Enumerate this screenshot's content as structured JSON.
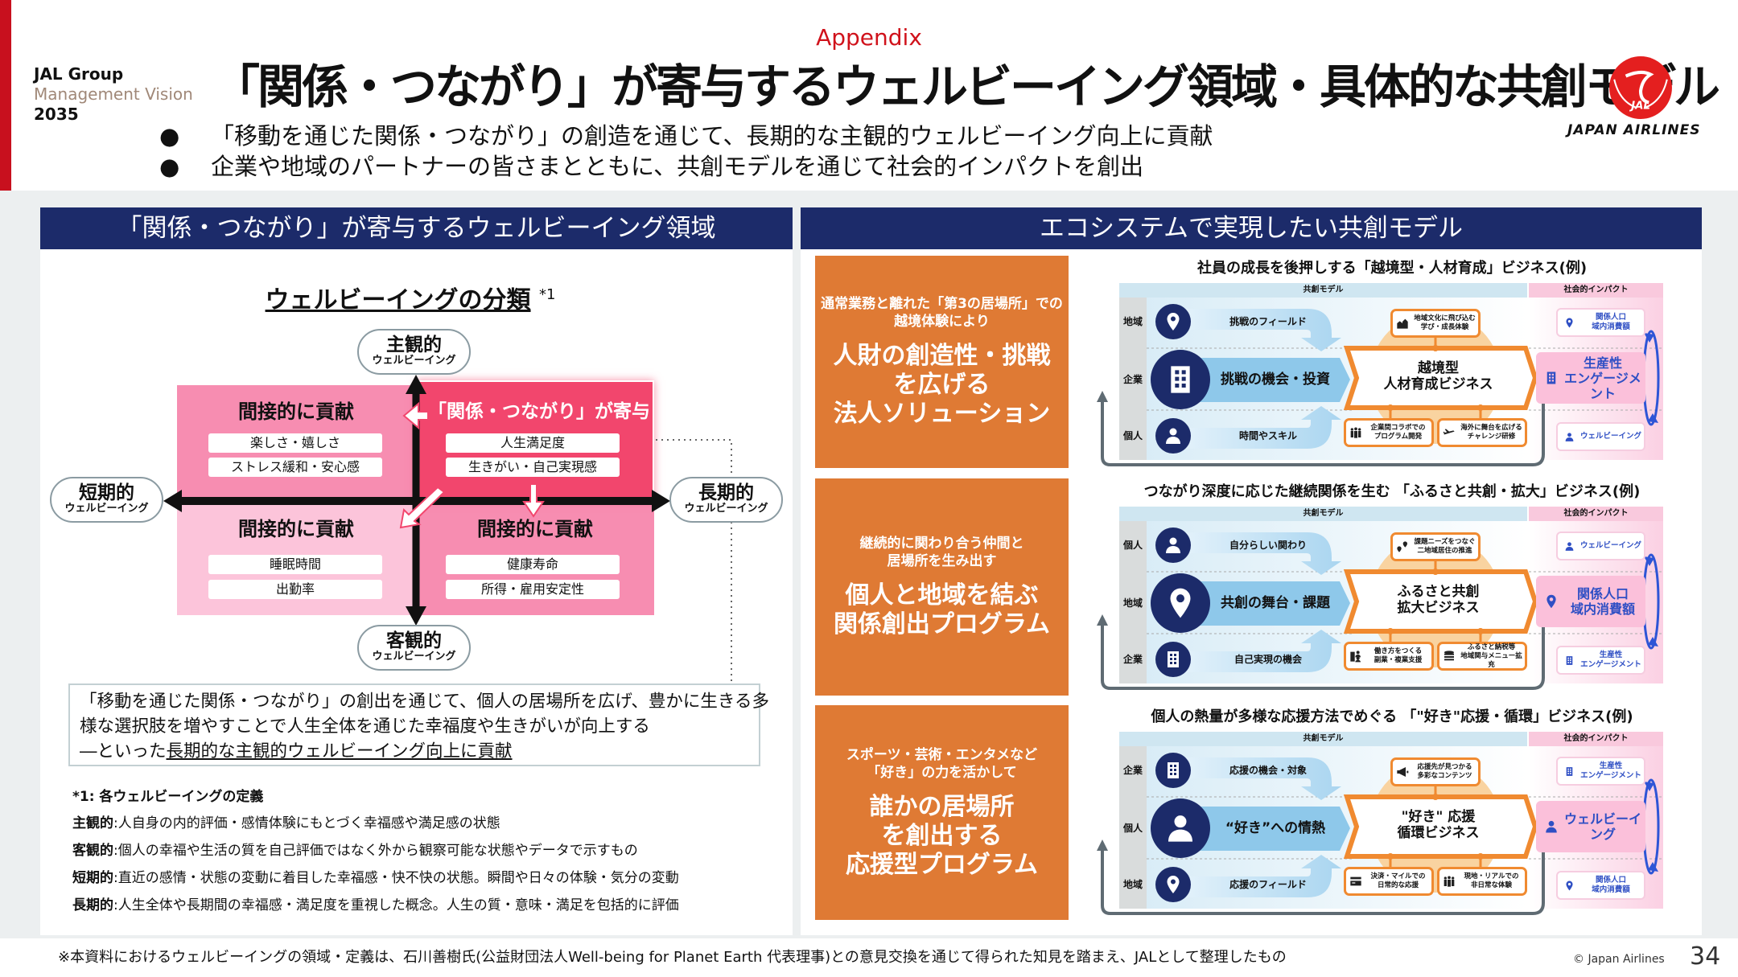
{
  "header": {
    "appendix": "Appendix",
    "brand": [
      "JAL Group",
      "Management Vision",
      "2035"
    ],
    "title": "「関係・つながり」が寄与するウェルビーイング領域・具体的な共創モデル",
    "bullets": [
      "「移動を通じた関係・つながり」の創造を通じて、長期的な主観的ウェルビーイング向上に貢献",
      "企業や地域のパートナーの皆さまとともに、共創モデルを通じて社会的インパクトを創出"
    ],
    "logo_text": "JAPAN AIRLINES",
    "logo_mark": "JAL"
  },
  "left": {
    "heading": "「関係・つながり」が寄与するウェルビーイング領域",
    "classification_title": "ウェルビーイングの分類",
    "classification_note": "*1",
    "axes": {
      "top": {
        "title": "主観的",
        "sub": "ウェルビーイング"
      },
      "bottom": {
        "title": "客観的",
        "sub": "ウェルビーイング"
      },
      "left": {
        "title": "短期的",
        "sub": "ウェルビーイング"
      },
      "right": {
        "title": "長期的",
        "sub": "ウェルビーイング"
      }
    },
    "quadrants": {
      "top_left": {
        "heading": "間接的に貢献",
        "items": [
          "楽しさ・嬉しさ",
          "ストレス緩和・安心感"
        ]
      },
      "top_right": {
        "heading": "「関係・つながり」が寄与",
        "items": [
          "人生満足度",
          "生きがい・自己実現感"
        ]
      },
      "bottom_left": {
        "heading": "間接的に貢献",
        "items": [
          "睡眠時間",
          "出勤率"
        ]
      },
      "bottom_right": {
        "heading": "間接的に貢献",
        "items": [
          "健康寿命",
          "所得・雇用安定性"
        ]
      }
    },
    "quote": {
      "line1": "「移動を通じた関係・つながり」の創出を通じて、個人の居場所を広げ、豊かに生きる多",
      "line2": "様な選択肢を増やすことで人生全体を通じた幸福度や生きがいが向上する",
      "line3_prefix": "―といった",
      "line3_underlined": "長期的な主観的ウェルビーイング向上に貢献"
    },
    "definitions_title": "*1:  各ウェルビーイングの定義",
    "definitions": [
      {
        "term": "主観的",
        "text": ":人自身の内的評価・感情体験にもとづく幸福感や満足感の状態"
      },
      {
        "term": "客観的",
        "text": ":個人の幸福や生活の質を自己評価ではなく外から観察可能な状態やデータで示すもの"
      },
      {
        "term": "短期的",
        "text": ":直近の感情・状態の変動に着目した幸福感・快不快の状態。瞬間や日々の体験・気分の変動"
      },
      {
        "term": "長期的",
        "text": ":人生全体や長期間の幸福感・満足度を重視した概念。人生の質・意味・満足を包括的に評価"
      }
    ]
  },
  "right": {
    "heading": "エコシステムで実現したい共創モデル",
    "programs": [
      {
        "sub": [
          "通常業務と離れた「第3の居場所」での",
          "越境体験により"
        ],
        "main": [
          "人財の創造性・挑戦",
          "を広げる",
          "法人ソリューション"
        ]
      },
      {
        "sub": [
          "継続的に関わり合う仲間と",
          "居場所を生み出す"
        ],
        "main": [
          "個人と地域を結ぶ",
          "関係創出プログラム"
        ]
      },
      {
        "sub": [
          "スポーツ・芸術・エンタメなど",
          "「好き」の力を活かして"
        ],
        "main": [
          "誰かの居場所",
          "を創出する",
          "応援型プログラム"
        ]
      }
    ]
  },
  "diagrams": [
    {
      "title": "社員の成長を後押しする「越境型・人材育成」ビジネス(例)",
      "band_model": "共創モデル",
      "band_impact": "社会的インパクト",
      "rows": [
        {
          "label": "地域",
          "icon": "pin",
          "text": "挑戦のフィールド"
        },
        {
          "label": "企業",
          "icon": "building",
          "text": "挑戦の機会・投資"
        },
        {
          "label": "個人",
          "icon": "person",
          "text": "時間やスキル"
        }
      ],
      "center": [
        "越境型",
        "人材育成ビジネス"
      ],
      "top_box": {
        "icon": "houses",
        "lines": [
          "地域文化に飛び込む",
          "学び・成長体験"
        ]
      },
      "bottom_boxes": [
        {
          "icon": "group",
          "lines": [
            "企業間コラボでの",
            "プログラム開発"
          ]
        },
        {
          "icon": "airplane",
          "lines": [
            "海外に舞台を広げる",
            "チャレンジ研修"
          ]
        }
      ],
      "impacts": [
        {
          "icon": "pin",
          "lines": [
            "関係人口",
            "域内消費額"
          ]
        },
        {
          "icon": "building",
          "lines": [
            "生産性",
            "エンゲージメント"
          ]
        },
        {
          "icon": "person",
          "lines": [
            "ウェルビーイング"
          ]
        }
      ]
    },
    {
      "title": "つながり深度に応じた継続関係を生む 「ふるさと共創・拡大」ビジネス(例)",
      "band_model": "共創モデル",
      "band_impact": "社会的インパクト",
      "rows": [
        {
          "label": "個人",
          "icon": "person",
          "text": "自分らしい関わり"
        },
        {
          "label": "地域",
          "icon": "pin",
          "text": "共創の舞台・課題"
        },
        {
          "label": "企業",
          "icon": "building",
          "text": "自己実現の機会"
        }
      ],
      "center": [
        "ふるさと共創",
        "拡大ビジネス"
      ],
      "top_box": {
        "icon": "route",
        "lines": [
          "課題ニーズをつなぐ",
          "二地域居住の推進"
        ]
      },
      "bottom_boxes": [
        {
          "icon": "workstyle",
          "lines": [
            "働き方をつくる",
            "副業・複業支援"
          ]
        },
        {
          "icon": "coins",
          "lines": [
            "ふるさと納税等",
            "地域関与メニュー拡充"
          ]
        }
      ],
      "impacts": [
        {
          "icon": "person",
          "lines": [
            "ウェルビーイング"
          ]
        },
        {
          "icon": "pin",
          "lines": [
            "関係人口",
            "域内消費額"
          ]
        },
        {
          "icon": "building",
          "lines": [
            "生産性",
            "エンゲージメント"
          ]
        }
      ]
    },
    {
      "title": "個人の熱量が多様な応援方法でめぐる 「\"好き\"応援・循環」ビジネス(例)",
      "band_model": "共創モデル",
      "band_impact": "社会的インパクト",
      "rows": [
        {
          "label": "企業",
          "icon": "building",
          "text": "応援の機会・対象"
        },
        {
          "label": "個人",
          "icon": "person",
          "text": "“好き”への情熱"
        },
        {
          "label": "地域",
          "icon": "pin",
          "text": "応援のフィールド"
        }
      ],
      "center": [
        "\"好き\" 応援",
        "循環ビジネス"
      ],
      "top_box": {
        "icon": "megaphone",
        "lines": [
          "応援先が見つかる",
          "多彩なコンテンツ"
        ]
      },
      "bottom_boxes": [
        {
          "icon": "card",
          "lines": [
            "決済・マイルでの",
            "日常的な応援"
          ]
        },
        {
          "icon": "group",
          "lines": [
            "現地・リアルでの",
            "非日常な体験"
          ]
        }
      ],
      "impacts": [
        {
          "icon": "building",
          "lines": [
            "生産性",
            "エンゲージメント"
          ]
        },
        {
          "icon": "person",
          "lines": [
            "ウェルビーイング"
          ]
        },
        {
          "icon": "pin",
          "lines": [
            "関係人口",
            "域内消費額"
          ]
        }
      ]
    }
  ],
  "footer": {
    "note": "※本資料におけるウェルビーイングの領域・定義は、石川善樹氏(公益財団法人Well-being for Planet Earth 代表理事)との意見交換を通じて得られた知見を踏まえ、JALとして整理したもの",
    "copyright": "© Japan Airlines",
    "page": "34"
  },
  "colors": {
    "navy": "#1c2b6a",
    "orange": "#df7a34",
    "jal_red": "#d0121b",
    "pink": "#f2466d"
  }
}
